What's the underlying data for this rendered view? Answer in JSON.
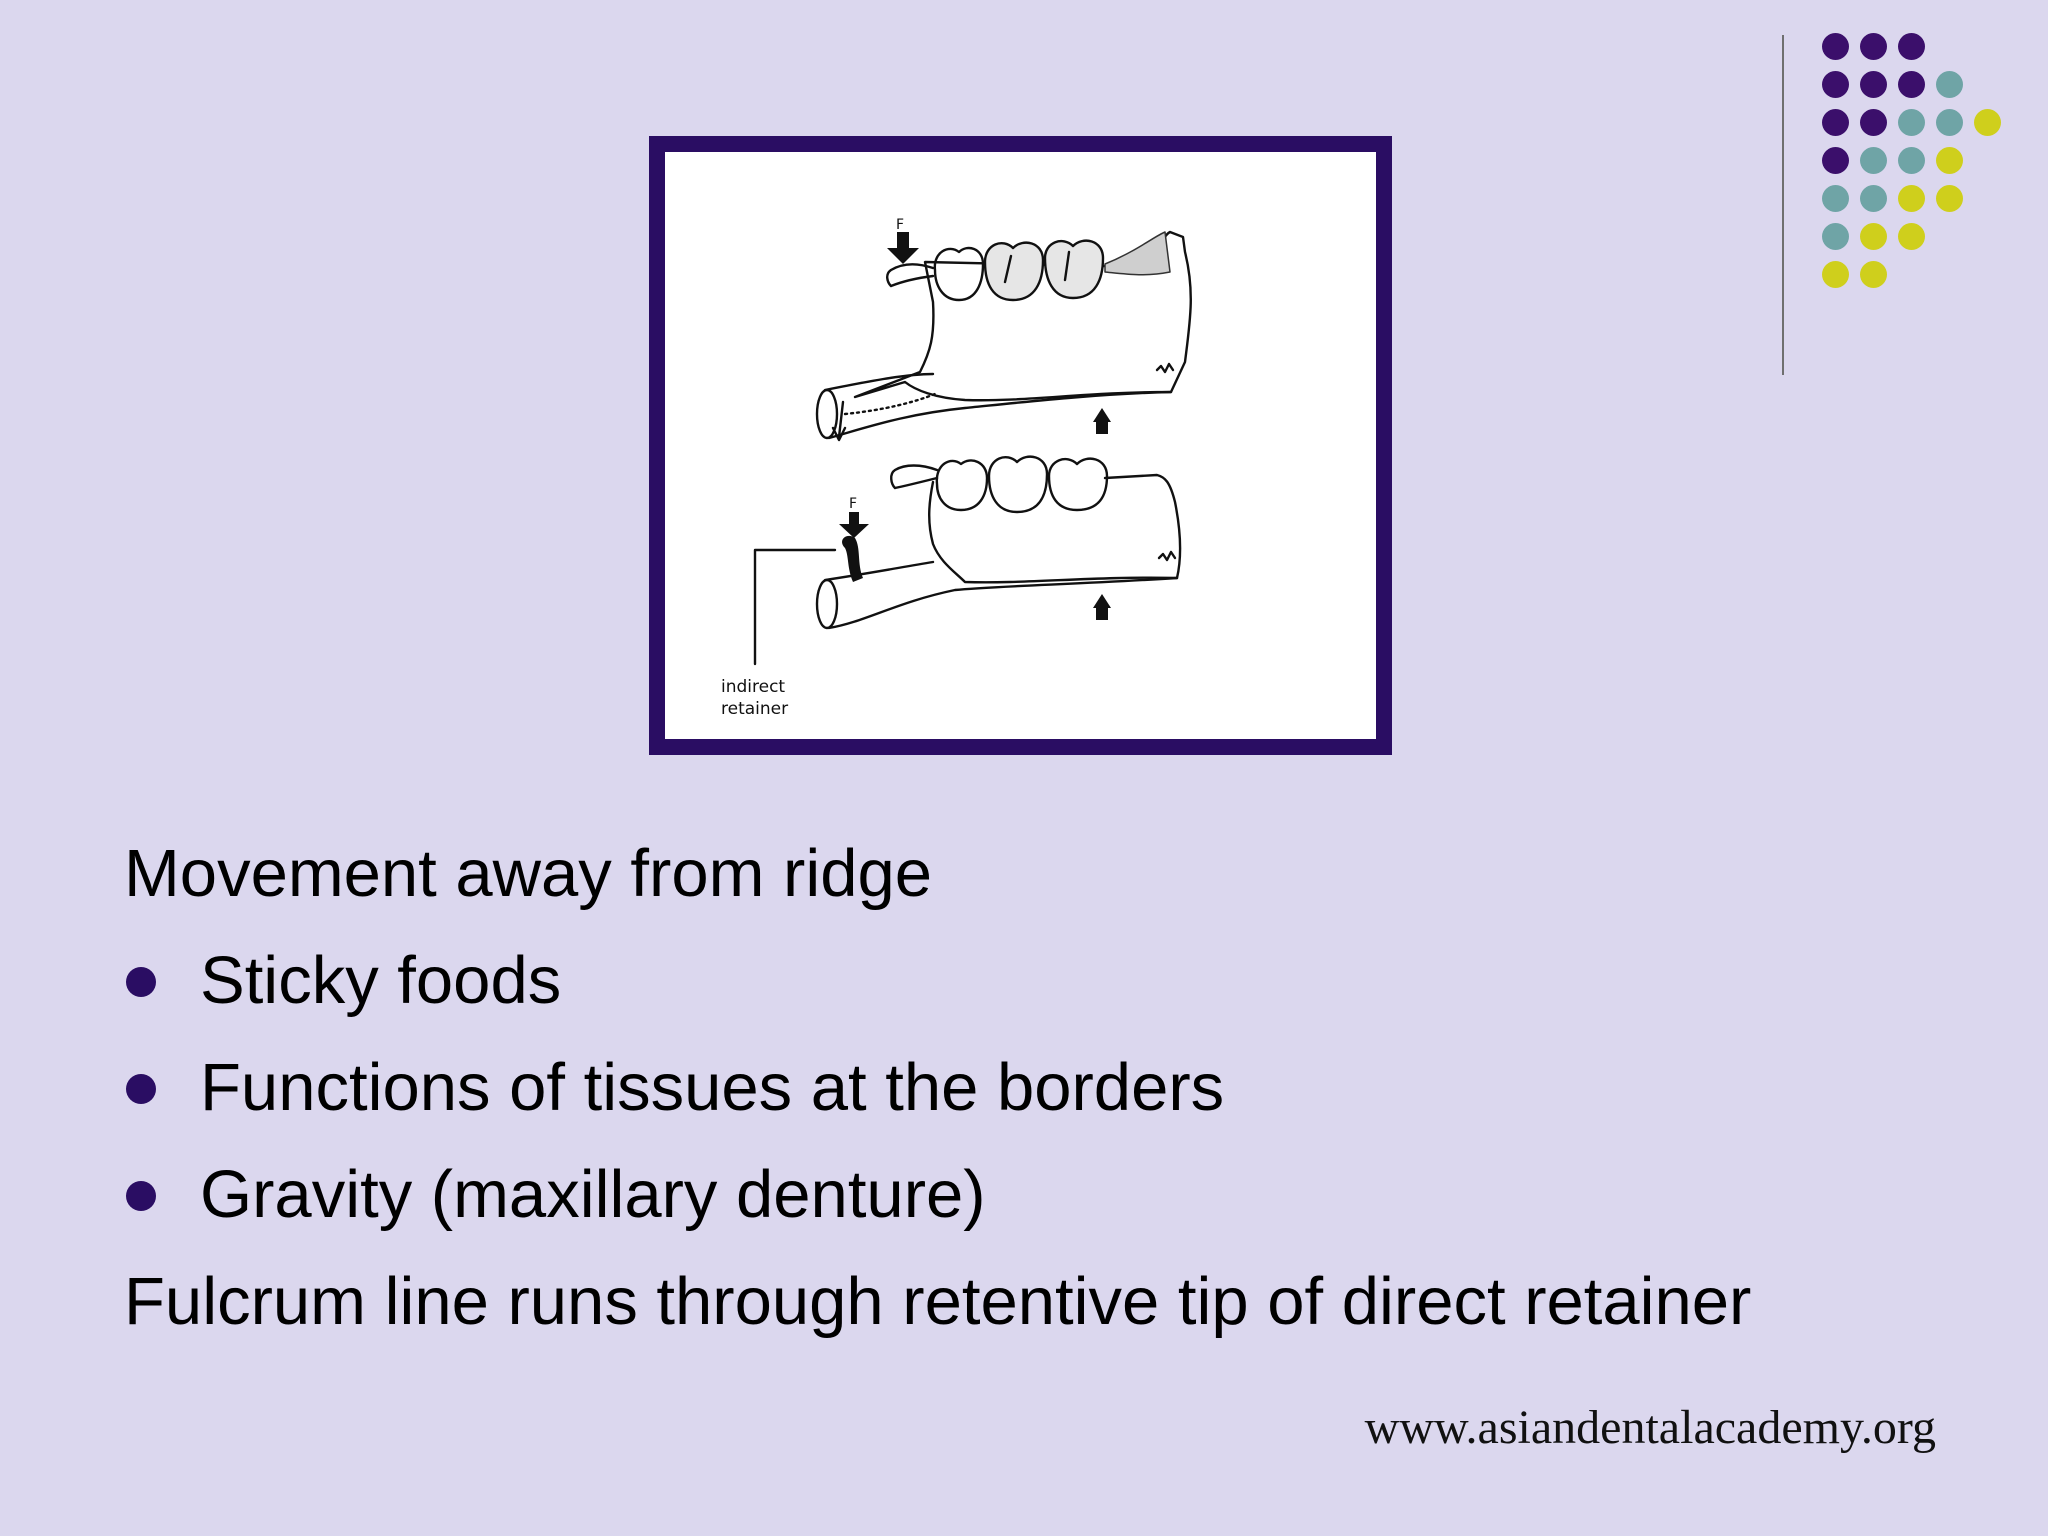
{
  "figure": {
    "label_f_top": "F",
    "label_f_bottom": "F",
    "label_indirect": "indirect",
    "label_retainer": "retainer",
    "frame_color": "#2a0d63"
  },
  "body": {
    "heading_1": "Movement  away from ridge",
    "bullets": [
      "Sticky foods",
      "Functions of tissues at the borders",
      "Gravity (maxillary denture)"
    ],
    "heading_2": "Fulcrum line runs through retentive tip of direct retainer"
  },
  "footer": {
    "url": "www.asiandentalacademy.org"
  },
  "theme": {
    "background": "#dbd7ee",
    "purple": "#3b0f6b",
    "teal": "#6fa4a6",
    "yellow": "#cfcf1c",
    "bullet_color": "#2a0d63"
  }
}
